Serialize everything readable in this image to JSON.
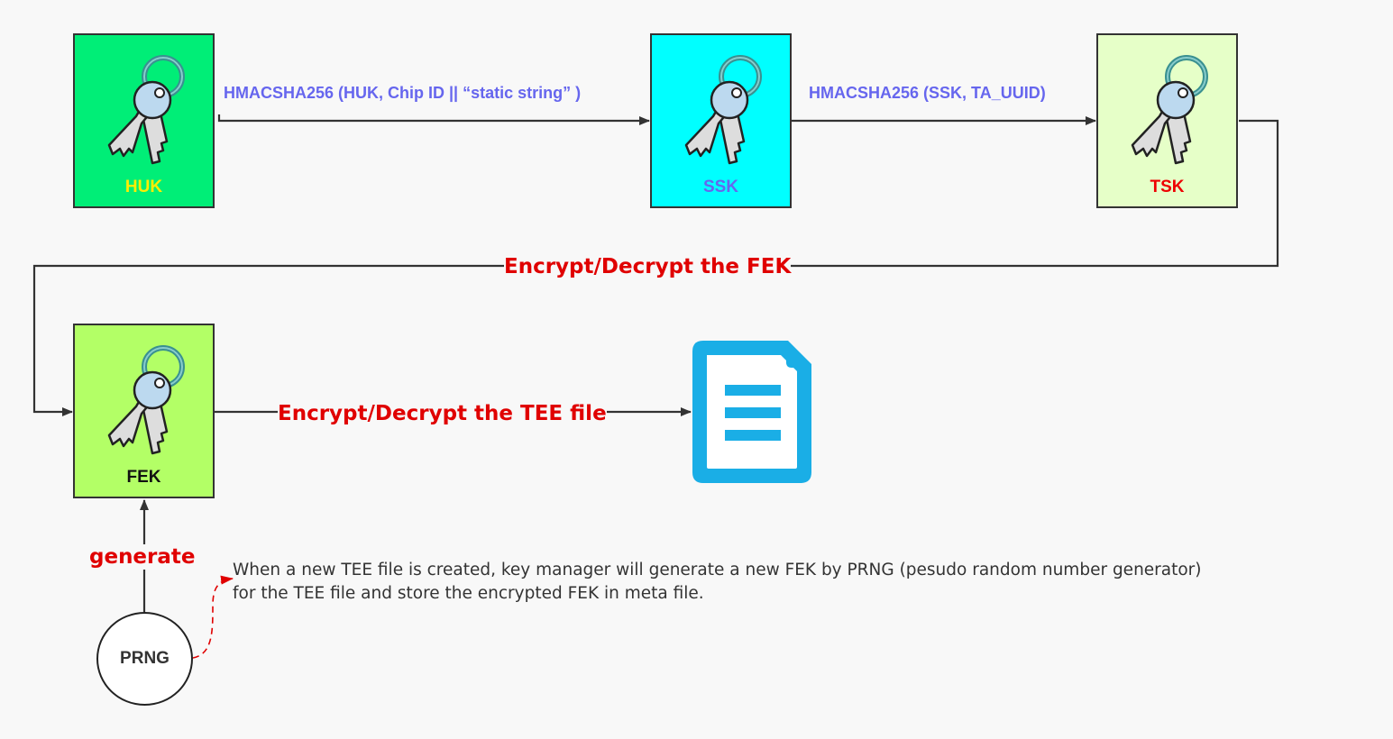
{
  "nodes": {
    "huk": {
      "label": "HUK",
      "fill": "#00ee77",
      "label_color": "#ffee00",
      "icon": "key-icon"
    },
    "ssk": {
      "label": "SSK",
      "fill": "#00ffff",
      "label_color": "#6666ee",
      "icon": "key-icon"
    },
    "tsk": {
      "label": "TSK",
      "fill": "#e6ffc8",
      "label_color": "#ee0000",
      "icon": "key-icon"
    },
    "fek": {
      "label": "FEK",
      "fill": "#b3ff66",
      "label_color": "#111111",
      "icon": "key-icon"
    },
    "prng": {
      "label": "PRNG"
    },
    "tee_file": {
      "icon": "document-icon",
      "color": "#1aaee6"
    }
  },
  "edges": {
    "huk_to_ssk": "HMACSHA256 (HUK, Chip ID ||  “static string” )",
    "ssk_to_tsk": "HMACSHA256 (SSK, TA_UUID)",
    "tsk_to_fek": "Encrypt/Decrypt the FEK",
    "fek_to_file": "Encrypt/Decrypt the TEE file",
    "prng_to_fek": "generate"
  },
  "note": {
    "line1": "When a new TEE file is created, key manager will generate a new FEK by PRNG (pesudo random number generator)",
    "line2": "for the TEE file and store the encrypted FEK in meta file."
  },
  "colors": {
    "line": "#333333",
    "red_text": "#e00000",
    "blue_text": "#6666ee",
    "dashed_connector": "#e00000"
  }
}
